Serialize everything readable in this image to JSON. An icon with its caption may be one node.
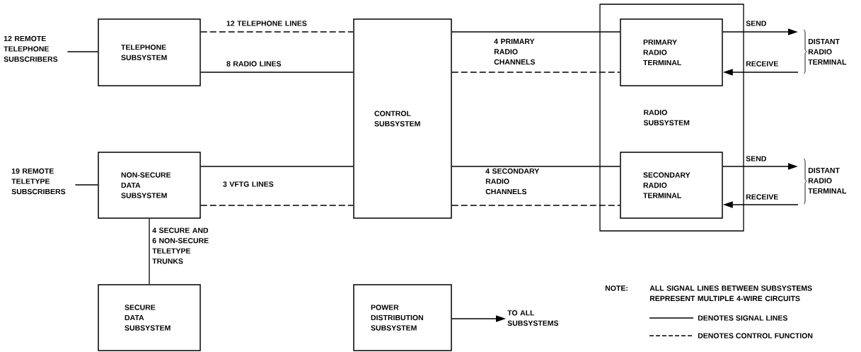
{
  "diagram": {
    "nodes": [
      {
        "text": [
          "12 REMOTE TELEPHONE SUBSCRIBERS"
        ]
      },
      {
        "text": [
          "TELEPHONE SUBSYSTEM"
        ]
      },
      {
        "text": [
          "19 REMOTE TELETYPE SUBSCRIBERS"
        ]
      },
      {
        "text": [
          "NON-SECURE DATA SUBSYSTEM"
        ]
      },
      {
        "text": [
          "CONTROL SUBSYSTEM"
        ]
      },
      {
        "text": [
          "RADIO SUBSYSTEM"
        ]
      },
      {
        "text": [
          "PRIMARY RADIO TERMINAL"
        ],
        "in": 5
      },
      {
        "text": [
          "SECONDARY RADIO TERMINAL"
        ],
        "in": 5
      },
      {
        "text": [
          "DISTANT RADIO TERMINAL"
        ]
      },
      {
        "text": [
          "DISTANT RADIO TERMINAL"
        ]
      },
      {
        "text": [
          "SECURE DATA SUBSYSTEM"
        ]
      },
      {
        "text": [
          "POWER DISTRIBUTION SUBSYSTEM"
        ]
      },
      {
        "text": [
          "TO ALL SUBSYSTEMS"
        ]
      }
    ],
    "edges": [
      {
        "from": 0,
        "to": 1,
        "arrow": "none"
      },
      {
        "from": 1,
        "to": 4,
        "arrow": "none",
        "style": "dashed",
        "label": "12 TELEPHONE LINES"
      },
      {
        "from": 1,
        "to": 4,
        "arrow": "none",
        "label": "8 RADIO LINES"
      },
      {
        "from": 2,
        "to": 3,
        "arrow": "none"
      },
      {
        "from": 3,
        "to": 4,
        "arrow": "none",
        "label": "3 VFTG LINES"
      },
      {
        "from": 3,
        "to": 4,
        "arrow": "none",
        "style": "dashed"
      },
      {
        "from": 4,
        "to": 6,
        "arrow": "none",
        "label": "4 PRIMARY RADIO CHANNELS"
      },
      {
        "from": 4,
        "to": 6,
        "arrow": "none",
        "style": "dashed"
      },
      {
        "from": 4,
        "to": 7,
        "arrow": "none",
        "label": "4 SECONDARY RADIO CHANNELS"
      },
      {
        "from": 4,
        "to": 7,
        "arrow": "none",
        "style": "dashed"
      },
      {
        "from": 6,
        "to": 8,
        "arrow": "to",
        "label": "SEND"
      },
      {
        "from": 8,
        "to": 6,
        "arrow": "to",
        "label": "RECEIVE"
      },
      {
        "from": 7,
        "to": 9,
        "arrow": "to",
        "label": "SEND"
      },
      {
        "from": 9,
        "to": 7,
        "arrow": "to",
        "label": "RECEIVE"
      },
      {
        "from": 3,
        "to": 10,
        "arrow": "none",
        "label": "4 SECURE AND 6 NON-SECURE TELETYPE TRUNKS"
      },
      {
        "from": 11,
        "to": 12,
        "arrow": "to"
      }
    ],
    "labels": [
      "NOTE:",
      "ALL SIGNAL LINES BETWEEN SUBSYSTEMS REPRESENT MULTIPLE 4-WIRE CIRCUITS"
    ],
    "legend": [
      {
        "text": "DENOTES SIGNAL LINES"
      },
      {
        "text": "DENOTES CONTROL FUNCTION"
      }
    ]
  }
}
